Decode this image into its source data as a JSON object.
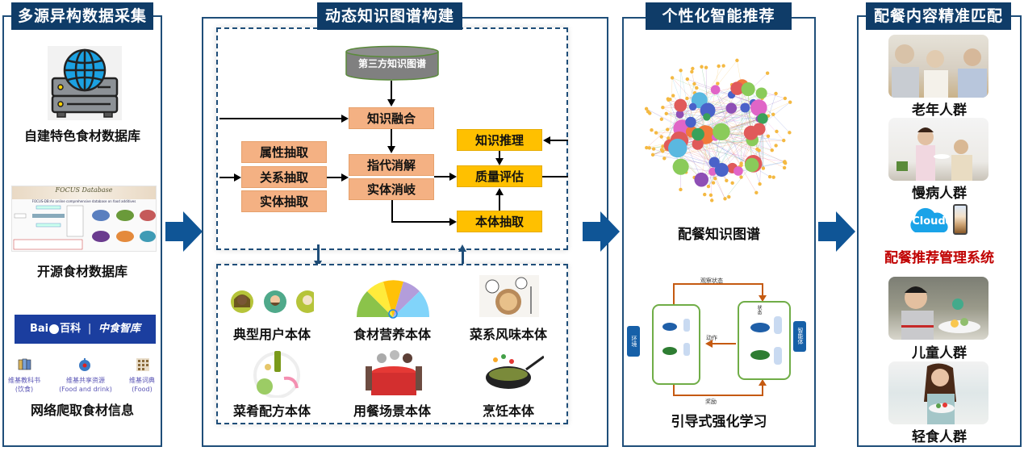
{
  "panels": {
    "data_collection": {
      "title": "多源异构数据采集",
      "items": [
        {
          "label": "自建特色食材数据库",
          "icon": "server-globe-icon"
        },
        {
          "label": "开源食材数据库",
          "image_title": "FOCUS Database",
          "image_subtitle": "FOCUS-DB:An online comprehensive database on food additives"
        },
        {
          "label": "网络爬取食材信息",
          "banner": {
            "brand": "Bai",
            "brand_mid": "百科",
            "partner": "中食智库"
          },
          "sources": [
            {
              "name": "维基教科书",
              "sub": "(饮食)"
            },
            {
              "name": "维基共享资源",
              "sub": "(Food and drink)"
            },
            {
              "name": "维基词典",
              "sub": "(Food)"
            }
          ]
        }
      ]
    },
    "kg_build": {
      "title": "动态知识图谱构建",
      "source_db": "第三方知识图谱",
      "nodes": {
        "fusion": "知识融合",
        "attr_extract": "属性抽取",
        "rel_extract": "关系抽取",
        "entity_extract": "实体抽取",
        "coref": "指代消解",
        "disamb": "实体消岐",
        "reasoning": "知识推理",
        "quality": "质量评估",
        "ontology_extract": "本体抽取"
      },
      "ontologies": [
        {
          "label": "典型用户本体",
          "icon": "user-avatars-icon"
        },
        {
          "label": "食材营养本体",
          "icon": "nutrition-fan-icon"
        },
        {
          "label": "菜系风味本体",
          "icon": "dish-bowl-icon"
        },
        {
          "label": "菜肴配方本体",
          "icon": "ingredients-icon"
        },
        {
          "label": "用餐场景本体",
          "icon": "family-dinner-icon"
        },
        {
          "label": "烹饪本体",
          "icon": "wok-icon"
        }
      ]
    },
    "recommend": {
      "title": "个性化智能推荐",
      "graph_label": "配餐知识图谱",
      "rl": {
        "label": "引导式强化学习",
        "observe": "观察状态",
        "action": "动作",
        "reward": "奖励",
        "env": "环境",
        "agent": "智能体",
        "state": "状态"
      }
    },
    "matching": {
      "title": "配餐内容精准匹配",
      "groups": [
        "老年人群",
        "慢病人群",
        "儿童人群",
        "轻食人群"
      ],
      "cloud_text": "Cloud",
      "system_label": "配餐推荐管理系统"
    }
  },
  "colors": {
    "title_bg": "#0f3c68",
    "border": "#1f4e79",
    "orange_node": "#f4b183",
    "gold_node": "#ffc000",
    "system_label": "#c00000",
    "rl_arrow": "#c55a11",
    "rl_box": "#70ad47"
  }
}
